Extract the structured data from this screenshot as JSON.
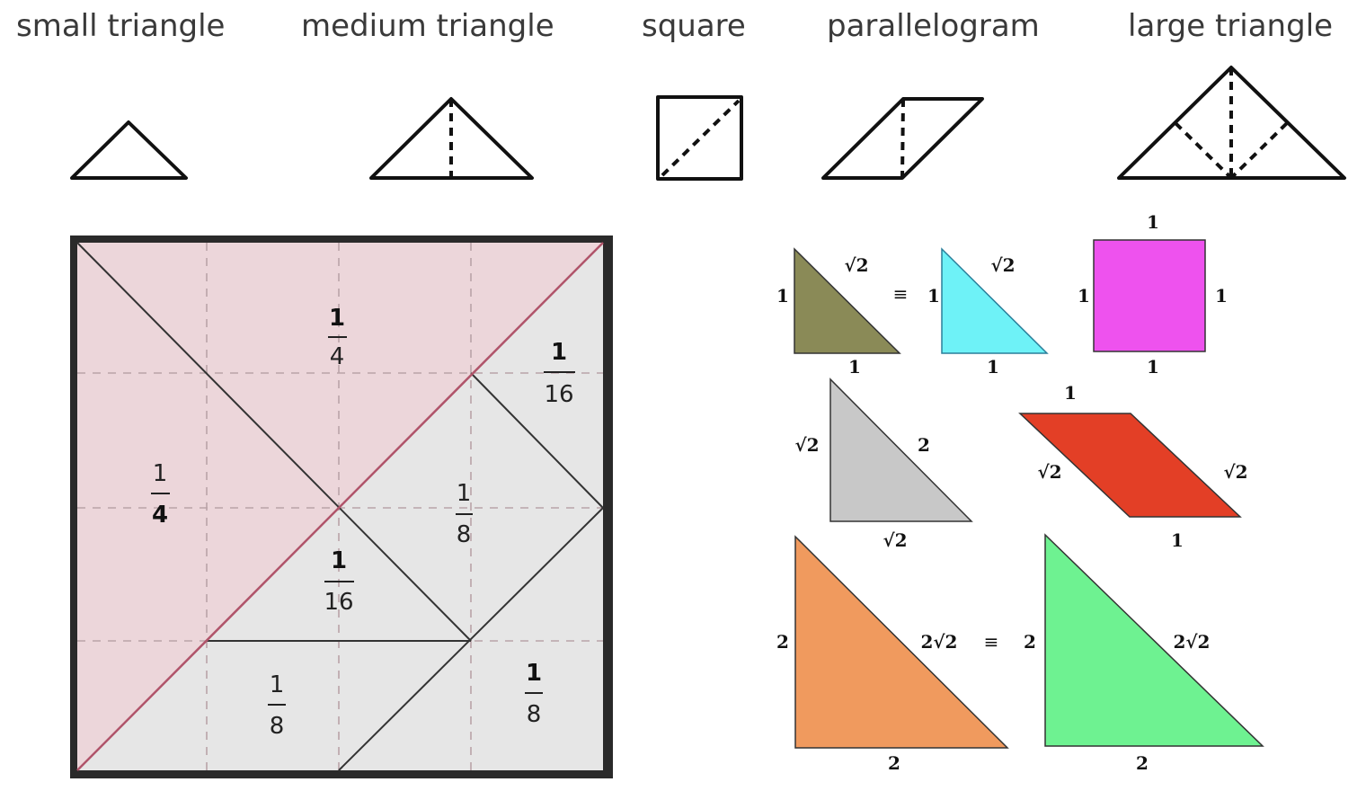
{
  "shape_names": {
    "small_triangle": "small triangle",
    "medium_triangle": "medium triangle",
    "square": "square",
    "parallelogram": "parallelogram",
    "large_triangle": "large triangle"
  },
  "tangram_square": {
    "colors": {
      "pink": "#ecd6da",
      "grey": "#e6e6e6",
      "diagonal": "#b0546a",
      "frame": "#2a2a2a"
    },
    "fractions": {
      "top_quarter": {
        "num": "1",
        "den": "4"
      },
      "left_quarter": {
        "num": "1",
        "den": "4"
      },
      "right_sixteenth": {
        "num": "1",
        "den": "16"
      },
      "mid_eighth": {
        "num": "1",
        "den": "8"
      },
      "center_sixteenth": {
        "num": "1",
        "den": "16"
      },
      "bottom_left_eighth": {
        "num": "1",
        "den": "8"
      },
      "bottom_right_eighth": {
        "num": "1",
        "den": "8"
      }
    }
  },
  "pieces": {
    "small_olive": {
      "color": "#8a8a57",
      "left": "1",
      "bottom": "1",
      "hyp": "√2"
    },
    "equiv1": "≡",
    "small_cyan": {
      "color": "#6ef2f7",
      "left": "1",
      "bottom": "1",
      "hyp": "√2"
    },
    "square": {
      "color": "#ee52ee",
      "top": "1",
      "left": "1",
      "right": "1",
      "bottom": "1"
    },
    "medium_grey": {
      "color": "#c8c8c8",
      "left": "√2",
      "bottom": "√2",
      "hyp": "2"
    },
    "parallelogram": {
      "color": "#e33f26",
      "top": "1",
      "left": "√2",
      "right": "√2",
      "bottom": "1"
    },
    "large_orange": {
      "color": "#f09a5e",
      "left": "2",
      "bottom": "2",
      "hyp": "2√2"
    },
    "equiv2": "≡",
    "large_green": {
      "color": "#6ef291",
      "left": "2",
      "bottom": "2",
      "hyp": "2√2"
    }
  }
}
